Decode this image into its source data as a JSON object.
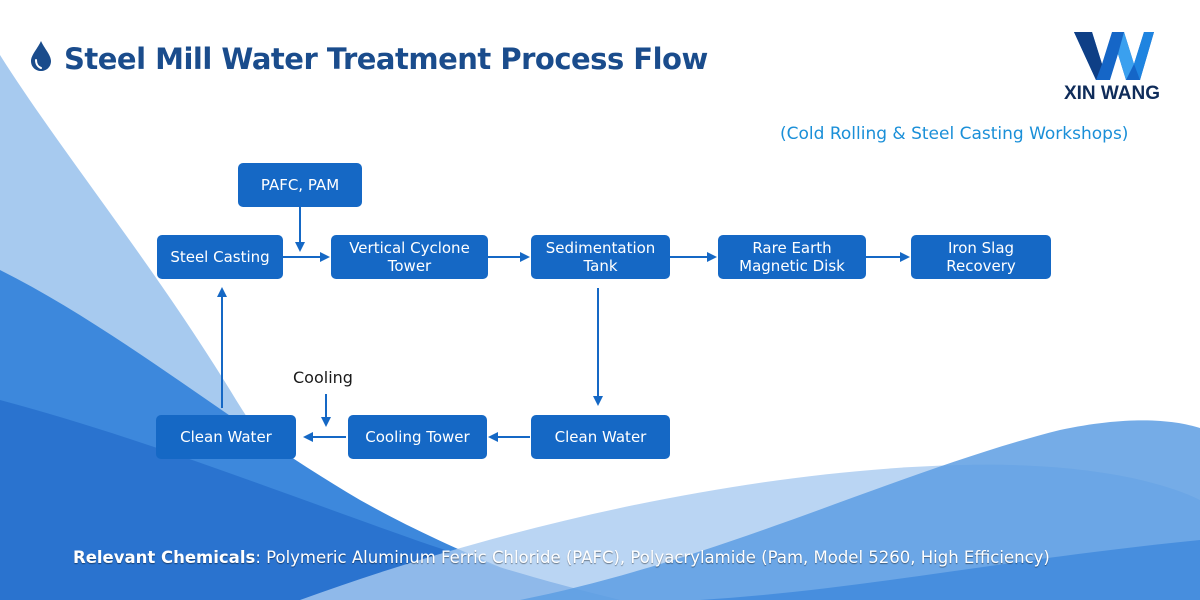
{
  "header": {
    "title": "Steel Mill Water Treatment Process Flow",
    "subtitle": "(Cold Rolling & Steel Casting Workshops)"
  },
  "logo": {
    "text": "XIN WANG",
    "icon": "w-logo"
  },
  "icons": {
    "title": "water-drop-icon"
  },
  "colors": {
    "node": "#1568c5",
    "title": "#1a4c8c",
    "subtitle": "#1a8fd8",
    "background_wave": "#2f7fd8"
  },
  "nodes": {
    "pafc_pam": "PAFC, PAM",
    "steel_casting": "Steel Casting",
    "cyclone_line1": "Vertical Cyclone",
    "cyclone_line2": "Tower",
    "sed_line1": "Sedimentation",
    "sed_line2": "Tank",
    "magnetic_line1": "Rare Earth",
    "magnetic_line2": "Magnetic Disk",
    "slag_line1": "Iron Slag",
    "slag_line2": "Recovery",
    "clean_water_left": "Clean Water",
    "cooling_tower": "Cooling Tower",
    "clean_water_right": "Clean Water"
  },
  "labels": {
    "cooling": "Cooling"
  },
  "footer": {
    "label": "Relevant Chemicals",
    "text": ": Polymeric Aluminum Ferric Chloride (PAFC), Polyacrylamide (Pam, Model 5260, High Efficiency)"
  }
}
